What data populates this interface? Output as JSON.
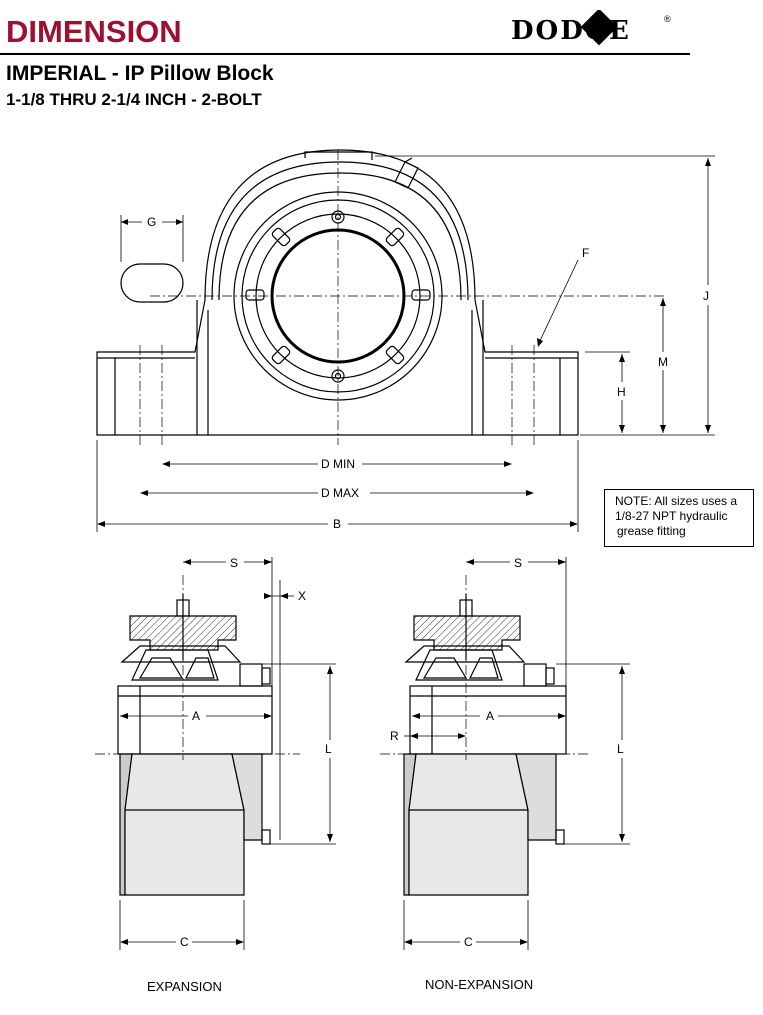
{
  "header": {
    "title": "DIMENSION",
    "brand": "DODGE",
    "brand_mark": "®",
    "subtitle": "IMPERIAL - IP Pillow Block",
    "range": "1-1/8 THRU 2-1/4 INCH - 2-BOLT",
    "title_color": "#a0102e"
  },
  "note": {
    "line1": "NOTE: All sizes uses a",
    "line2": "1/8-27 NPT hydraulic",
    "line3": "grease fitting"
  },
  "front_view": {
    "labels": {
      "g": "G",
      "f": "F",
      "j": "J",
      "m": "M",
      "h": "H",
      "d_min": "D MIN",
      "d_max": "D MAX",
      "b": "B"
    }
  },
  "side_views": {
    "expansion": {
      "caption": "EXPANSION",
      "labels": {
        "s": "S",
        "x": "X",
        "a": "A",
        "l": "L",
        "c": "C"
      }
    },
    "non_expansion": {
      "caption": "NON-EXPANSION",
      "labels": {
        "s": "S",
        "a": "A",
        "r": "R",
        "l": "L",
        "c": "C"
      }
    }
  }
}
